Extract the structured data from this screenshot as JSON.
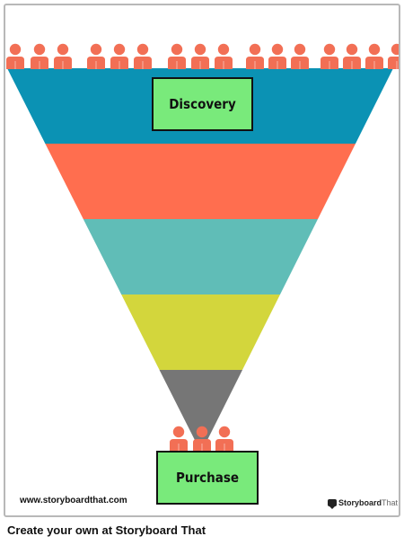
{
  "diagram": {
    "top_label": "Discovery",
    "bottom_label": "Purchase",
    "stages": [
      {
        "color": "#0b92b4"
      },
      {
        "color": "#ff6e4f"
      },
      {
        "color": "#60bdb7"
      },
      {
        "color": "#d3d63c"
      },
      {
        "color": "#767676"
      }
    ],
    "person_icon": "person-icon",
    "person_color": "#f26f55",
    "top_people_count": 16,
    "bottom_people_count": 3
  },
  "card": {
    "website": "www.storyboardthat.com",
    "logo_bold": "Storyboard",
    "logo_light": "That"
  },
  "footer": {
    "text": "Create your own at Storyboard That"
  }
}
